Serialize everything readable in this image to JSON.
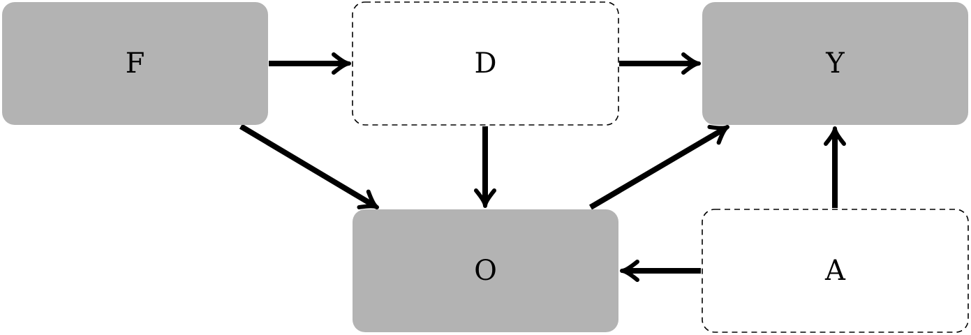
{
  "colors": {
    "observed_fill": "#b3b3b3",
    "latent_fill": "#ffffff",
    "stroke": "#000000"
  },
  "nodes": [
    {
      "id": "F",
      "label": "F",
      "observed": true
    },
    {
      "id": "D",
      "label": "D",
      "observed": false
    },
    {
      "id": "Y",
      "label": "Y",
      "observed": true
    },
    {
      "id": "O",
      "label": "O",
      "observed": true
    },
    {
      "id": "A",
      "label": "A",
      "observed": false
    }
  ],
  "edges": [
    {
      "from": "F",
      "to": "D"
    },
    {
      "from": "D",
      "to": "Y"
    },
    {
      "from": "F",
      "to": "O"
    },
    {
      "from": "D",
      "to": "O"
    },
    {
      "from": "O",
      "to": "Y"
    },
    {
      "from": "A",
      "to": "Y"
    },
    {
      "from": "A",
      "to": "O"
    }
  ]
}
